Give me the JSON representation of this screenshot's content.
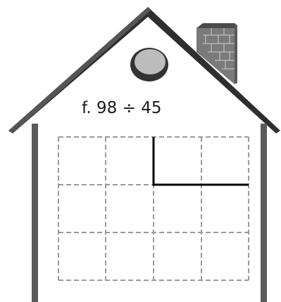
{
  "worksheet": {
    "problem_label": "f. 98 ÷ 45",
    "grid": {
      "rows": 3,
      "cols": 4
    }
  },
  "colors": {
    "roof": "#3a3a3a",
    "walls": "#555555",
    "chimney": "#777777",
    "window_fill": "#b9b9b9",
    "grid_line": "#9a9a9a",
    "division_bracket": "#000000"
  },
  "icons": [
    "house-icon",
    "chimney-icon",
    "round-window-icon"
  ]
}
